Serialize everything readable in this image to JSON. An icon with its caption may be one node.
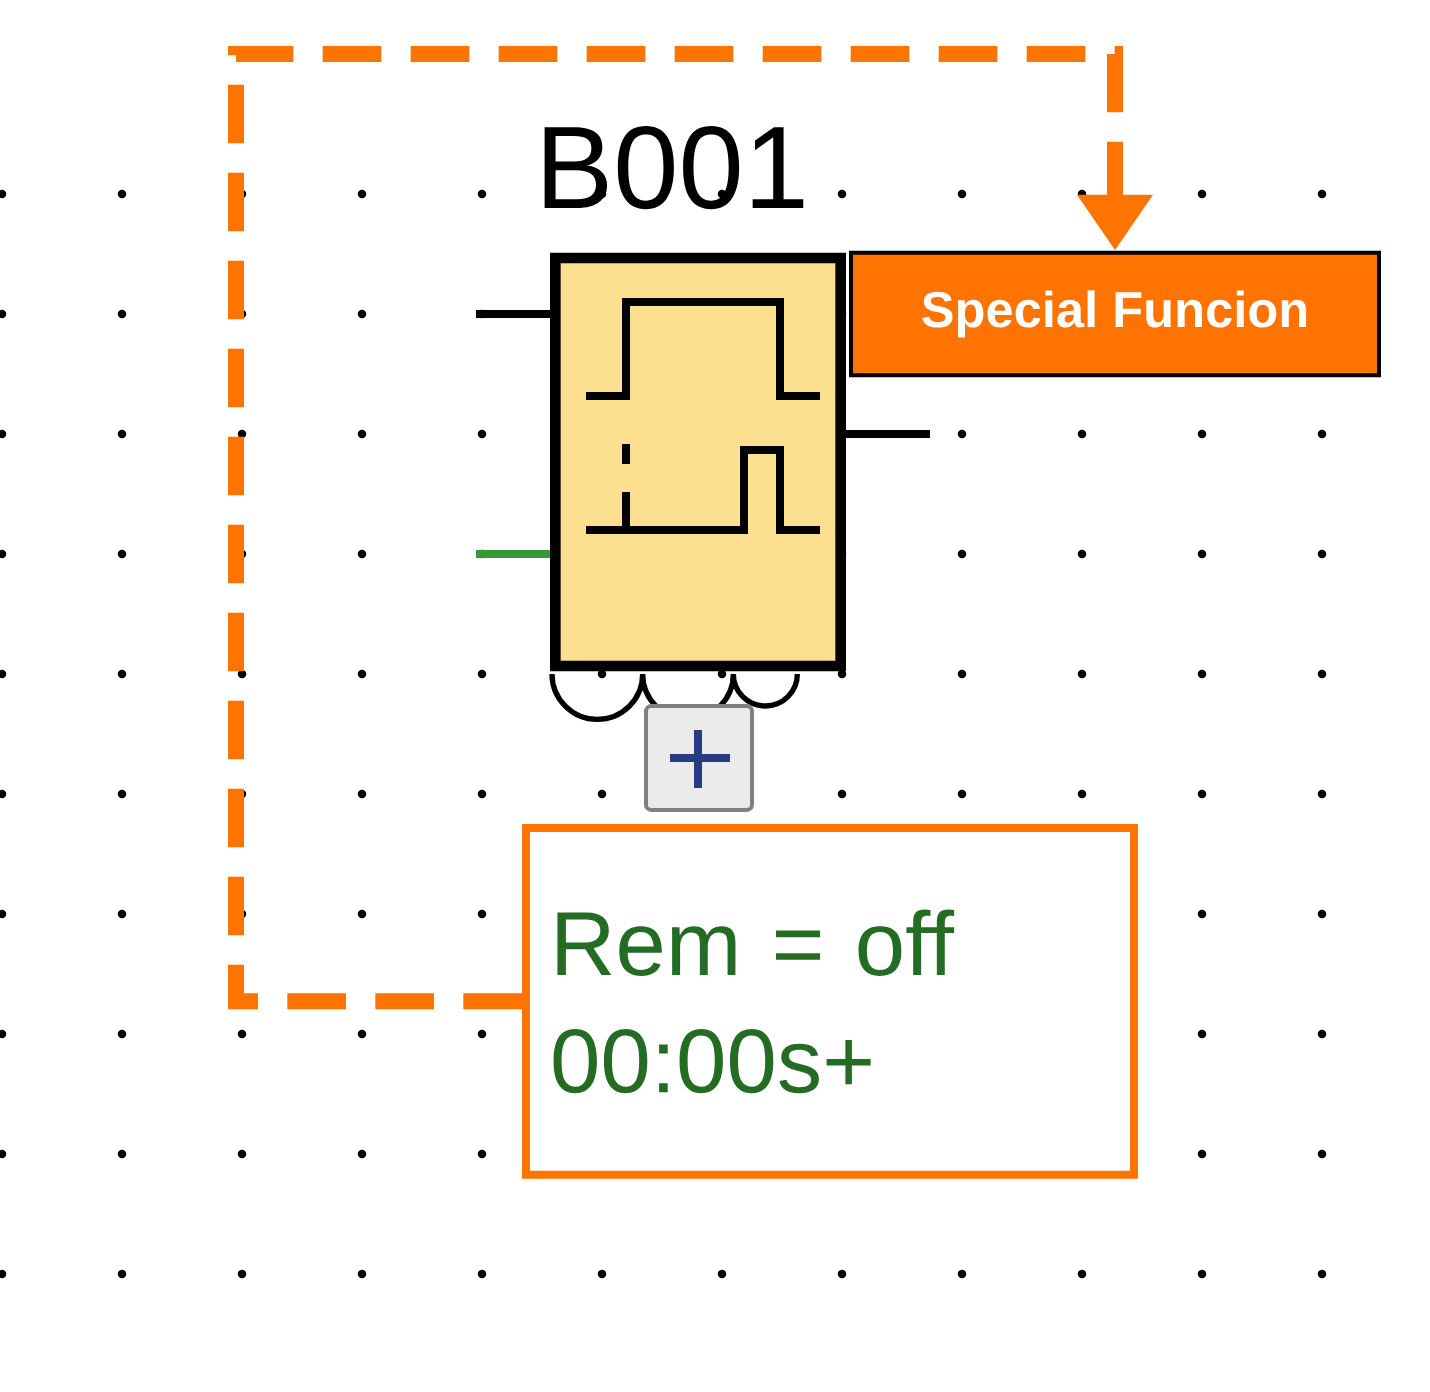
{
  "diagram": {
    "nodes": [
      {
        "text": [
          "B001"
        ]
      },
      {
        "text": [
          "Special Funcion"
        ]
      },
      {
        "text": [
          "Rem = off",
          "00:00s+"
        ]
      }
    ],
    "edges": [
      {
        "from": 2,
        "to": 1,
        "arrow": "to",
        "style": "dashed",
        "color": "#ff7300"
      }
    ]
  }
}
